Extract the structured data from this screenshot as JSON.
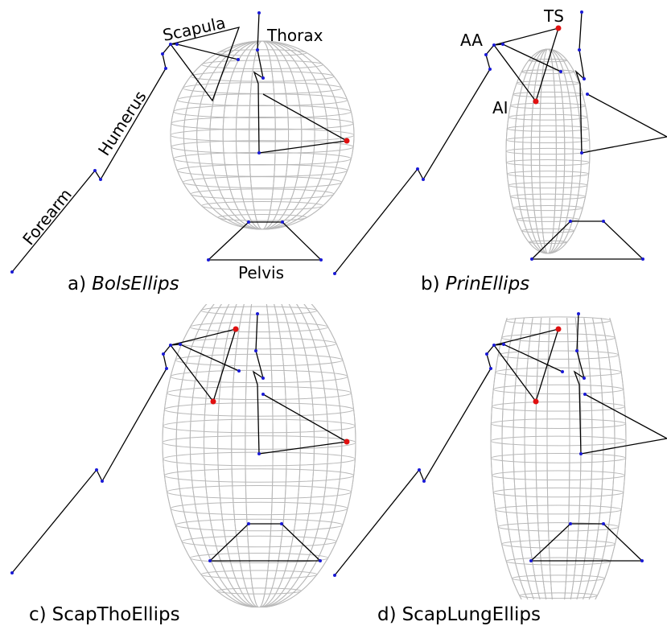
{
  "panels": [
    {
      "letter": "a)",
      "name": "BolsEllips"
    },
    {
      "letter": "b)",
      "name": "PrinEllips"
    },
    {
      "letter": "c)",
      "name": "ScapThoEllips"
    },
    {
      "letter": "d)",
      "name": "ScapLungEllips"
    }
  ],
  "labels": {
    "scapula": "Scapula",
    "thorax": "Thorax",
    "humerus": "Humerus",
    "forearm": "Forearm",
    "pelvis": "Pelvis",
    "ts": "TS",
    "aa": "AA",
    "ai": "AI"
  },
  "colors": {
    "segment": "#000000",
    "marker": "#1a1ad6",
    "landmark": "#e01010",
    "mesh": "#b9b9b9"
  }
}
